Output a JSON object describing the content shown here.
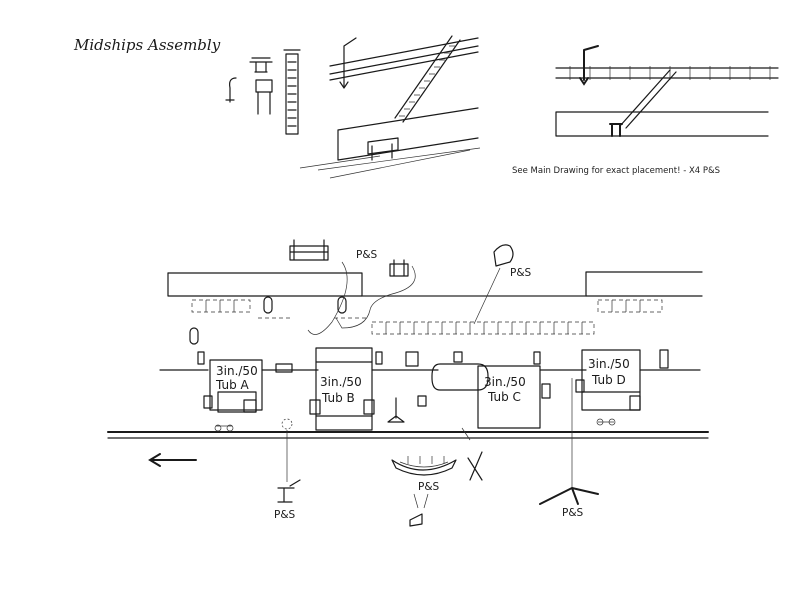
{
  "title": "Midships Assembly",
  "note": "See Main Drawing for exact placement! - X4  P&S",
  "labels": {
    "ps_davit_box": "P&S",
    "ps_blower": "P&S",
    "ps_crane": "P&S",
    "ps_lifeboat": "P&S",
    "ps_tripod": "P&S"
  },
  "tubs": [
    {
      "line1": "3in./50",
      "line2": "Tub A"
    },
    {
      "line1": "3in./50",
      "line2": "Tub B"
    },
    {
      "line1": "3in./50",
      "line2": "Tub C"
    },
    {
      "line1": "3in./50",
      "line2": "Tub D"
    }
  ],
  "icons": [
    "arrow-left-icon"
  ]
}
